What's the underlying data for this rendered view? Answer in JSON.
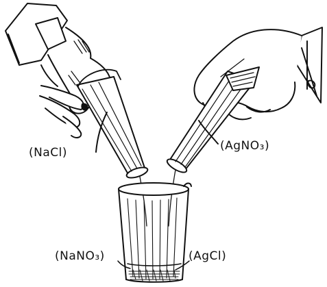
{
  "labels": {
    "left_tube": "(NaCl)",
    "right_tube": "(AgNO₃)",
    "solution": "(NaNO₃)",
    "precipitate": "(AgCl)"
  },
  "colors": {
    "ink": "#111111",
    "paper": "#ffffff"
  }
}
